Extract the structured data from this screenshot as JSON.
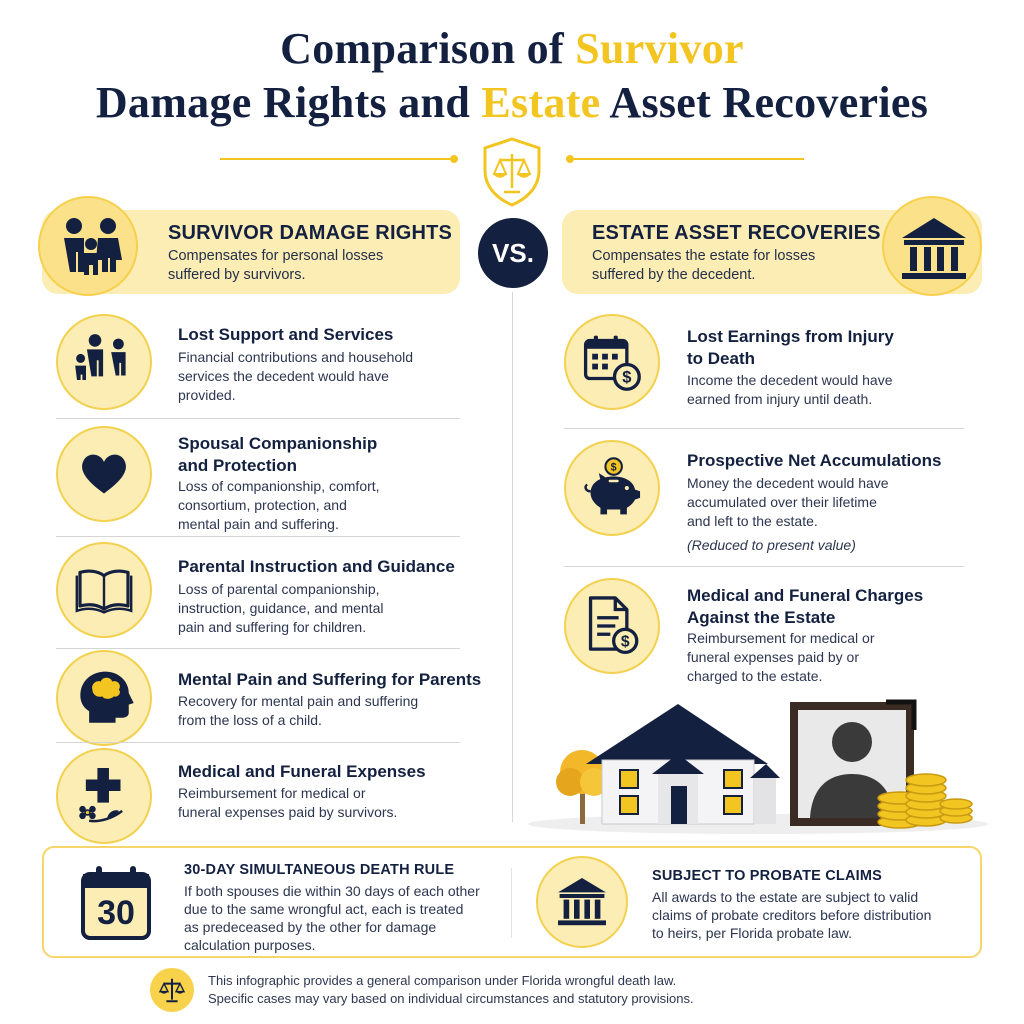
{
  "title": {
    "line1_a": "Comparison of ",
    "line1_b": "Survivor",
    "line2_a": "Damage Rights and ",
    "line2_b": "Estate",
    "line2_c": " Asset Recoveries"
  },
  "vs_label": "VS.",
  "left": {
    "header": "SURVIVOR DAMAGE RIGHTS",
    "header_desc": [
      "Compensates for personal losses",
      "suffered by survivors."
    ],
    "items": [
      {
        "title": [
          "Lost Support and Services"
        ],
        "desc": [
          "Financial contributions and household",
          "services the decedent would have",
          "provided."
        ],
        "icon": "family-icon"
      },
      {
        "title": [
          "Spousal Companionship",
          "and Protection"
        ],
        "desc": [
          "Loss of companionship, comfort,",
          "consortium, protection, and",
          "mental pain and suffering."
        ],
        "icon": "heart-icon"
      },
      {
        "title": [
          "Parental Instruction and Guidance"
        ],
        "desc": [
          "Loss of parental companionship,",
          "instruction, guidance, and mental",
          "pain and suffering for children."
        ],
        "icon": "book-icon"
      },
      {
        "title": [
          "Mental Pain and Suffering for Parents"
        ],
        "desc": [
          "Recovery for mental pain and suffering",
          "from the loss of a child."
        ],
        "icon": "head-brain-icon"
      },
      {
        "title": [
          "Medical and Funeral Expenses"
        ],
        "desc": [
          "Reimbursement for medical or",
          "funeral expenses paid by survivors."
        ],
        "icon": "medical-cross-flower-icon"
      }
    ]
  },
  "right": {
    "header": "ESTATE ASSET RECOVERIES",
    "header_desc": [
      "Compensates the estate for losses",
      "suffered by the decedent."
    ],
    "items": [
      {
        "title": [
          "Lost Earnings from Injury",
          "to Death"
        ],
        "desc": [
          "Income the decedent would have",
          "earned from injury until death."
        ],
        "icon": "calendar-dollar-icon"
      },
      {
        "title": [
          "Prospective Net Accumulations"
        ],
        "desc": [
          "Money the decedent would have",
          "accumulated over their lifetime",
          "and left to the estate."
        ],
        "note": "(Reduced to present value)",
        "icon": "piggy-bank-icon"
      },
      {
        "title": [
          "Medical and Funeral Charges",
          "Against the Estate"
        ],
        "desc": [
          "Reimbursement for medical or",
          "funeral expenses paid by or",
          "charged to the estate."
        ],
        "icon": "document-dollar-icon"
      }
    ]
  },
  "bottom": {
    "left_title": "30-DAY SIMULTANEOUS DEATH RULE",
    "left_desc": [
      "If both spouses die within 30 days of each other",
      "due to the same wrongful act, each is treated",
      "as predeceased by the other for damage",
      "calculation purposes."
    ],
    "calendar_number": "30",
    "right_title": "SUBJECT TO PROBATE CLAIMS",
    "right_desc": [
      "All awards to the estate are subject to valid",
      "claims of probate creditors before distribution",
      "to heirs, per Florida probate law."
    ]
  },
  "footer": [
    "This infographic provides a general comparison under Florida wrongful death law.",
    "Specific cases may vary based on individual circumstances and statutory  provisions."
  ],
  "colors": {
    "navy": "#13203f",
    "gold": "#f2c521",
    "light_gold": "#fcedb5"
  }
}
